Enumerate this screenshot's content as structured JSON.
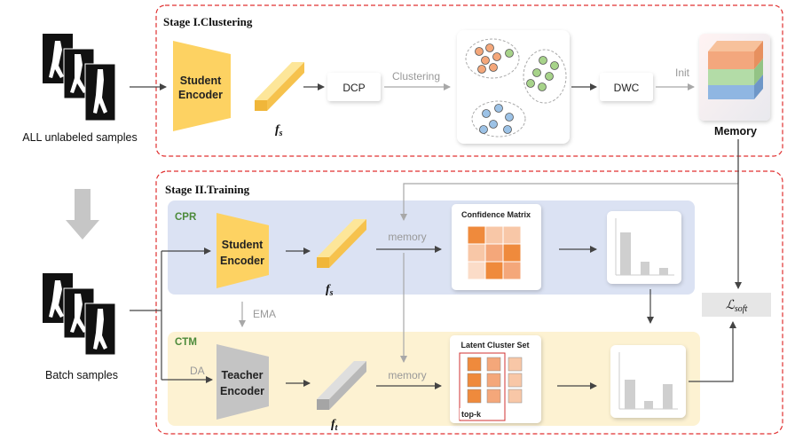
{
  "left": {
    "all_samples_label": "ALL unlabeled samples",
    "batch_samples_label": "Batch samples"
  },
  "stage1": {
    "title": "Stage I.Clustering",
    "student_encoder_l1": "Student",
    "student_encoder_l2": "Encoder",
    "feature_label": "f",
    "feature_sub": "s",
    "dcp_label": "DCP",
    "clustering_label": "Clustering",
    "dwc_label": "DWC",
    "init_label": "Init",
    "memory_label": "Memory"
  },
  "stage2": {
    "title": "Stage II.Training",
    "cpr": {
      "title": "CPR",
      "student_encoder_l1": "Student",
      "student_encoder_l2": "Encoder",
      "feature_label": "f",
      "feature_sub": "s",
      "memory_label": "memory",
      "confidence_matrix_title": "Confidence Matrix"
    },
    "ema_label": "EMA",
    "ctm": {
      "title": "CTM",
      "da_label": "DA",
      "teacher_encoder_l1": "Teacher",
      "teacher_encoder_l2": "Encoder",
      "feature_label": "f",
      "feature_sub": "t",
      "memory_label": "memory",
      "latent_cluster_title": "Latent Cluster Set",
      "topk_label": "top-k"
    },
    "loss_label": "ℒ",
    "loss_sub": "soft"
  },
  "colors": {
    "stage_border": "#e03030",
    "cpr_bg": "#dbe2f3",
    "ctm_bg": "#fdf2d2",
    "student_encoder": "#fdd262",
    "teacher_encoder": "#c4c4c4",
    "cpr_title": "#4c8a3a",
    "ctm_title": "#4c8a3a",
    "cluster_orange": "#f4a77a",
    "cluster_green": "#a7d38a",
    "cluster_blue": "#9cc2e6",
    "memory_orange": "#f3a77d",
    "memory_green": "#b3dca7",
    "memory_blue": "#8fb6e2"
  }
}
